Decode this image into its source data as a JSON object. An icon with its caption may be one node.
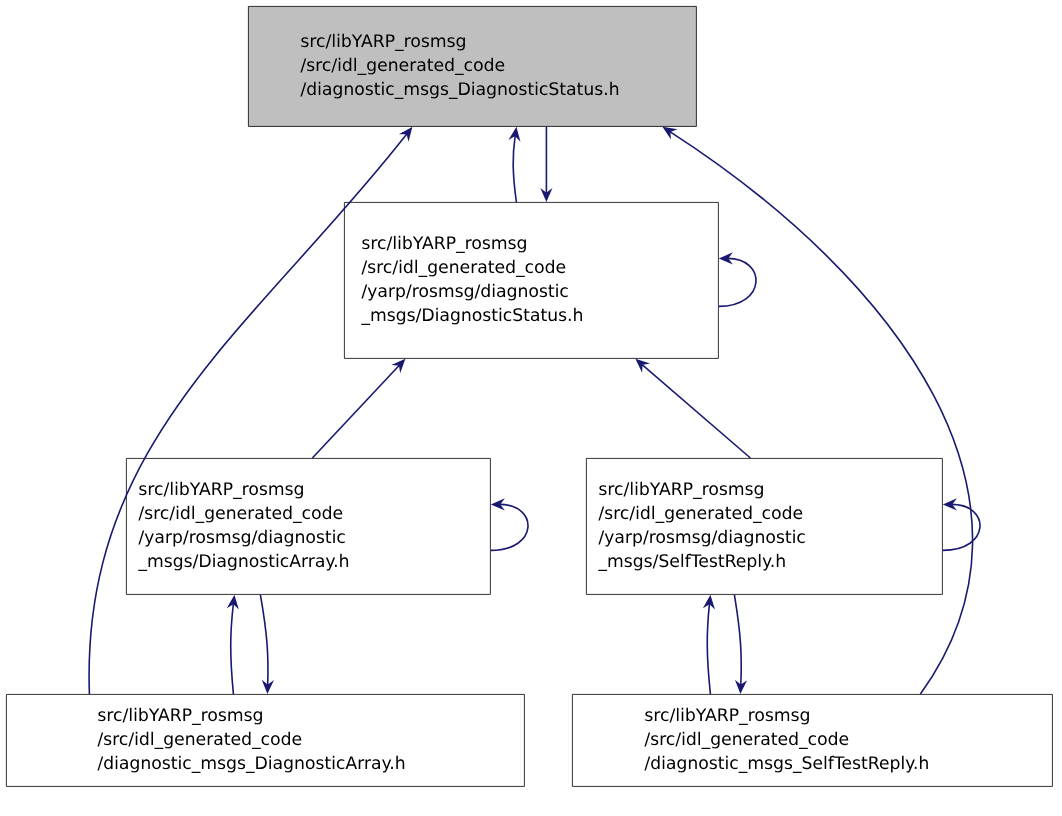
{
  "diagram": {
    "nodes": [
      {
        "text": [
          "src/libYARP_rosmsg /src/idl_generated_code /diagnostic_msgs_DiagnosticStatus.h"
        ]
      },
      {
        "text": [
          "src/libYARP_rosmsg /src/idl_generated_code /yarp/rosmsg/diagnostic _msgs/DiagnosticStatus.h"
        ]
      },
      {
        "text": [
          "src/libYARP_rosmsg /src/idl_generated_code /yarp/rosmsg/diagnostic _msgs/DiagnosticArray.h"
        ]
      },
      {
        "text": [
          "src/libYARP_rosmsg /src/idl_generated_code /yarp/rosmsg/diagnostic _msgs/SelfTestReply.h"
        ]
      },
      {
        "text": [
          "src/libYARP_rosmsg /src/idl_generated_code /diagnostic_msgs_DiagnosticArray.h"
        ]
      },
      {
        "text": [
          "src/libYARP_rosmsg /src/idl_generated_code /diagnostic_msgs_SelfTestReply.h"
        ]
      }
    ],
    "edges": [
      {
        "from": 1,
        "to": 0,
        "arrow": "to"
      },
      {
        "from": 0,
        "to": 1,
        "arrow": "to"
      },
      {
        "from": 4,
        "to": 0,
        "arrow": "to"
      },
      {
        "from": 5,
        "to": 0,
        "arrow": "to"
      },
      {
        "from": 1,
        "to": 1,
        "arrow": "to"
      },
      {
        "from": 2,
        "to": 1,
        "arrow": "to"
      },
      {
        "from": 3,
        "to": 1,
        "arrow": "to"
      },
      {
        "from": 2,
        "to": 2,
        "arrow": "to"
      },
      {
        "from": 3,
        "to": 3,
        "arrow": "to"
      },
      {
        "from": 4,
        "to": 2,
        "arrow": "to"
      },
      {
        "from": 2,
        "to": 4,
        "arrow": "to"
      },
      {
        "from": 5,
        "to": 3,
        "arrow": "to"
      },
      {
        "from": 3,
        "to": 5,
        "arrow": "to"
      }
    ]
  }
}
